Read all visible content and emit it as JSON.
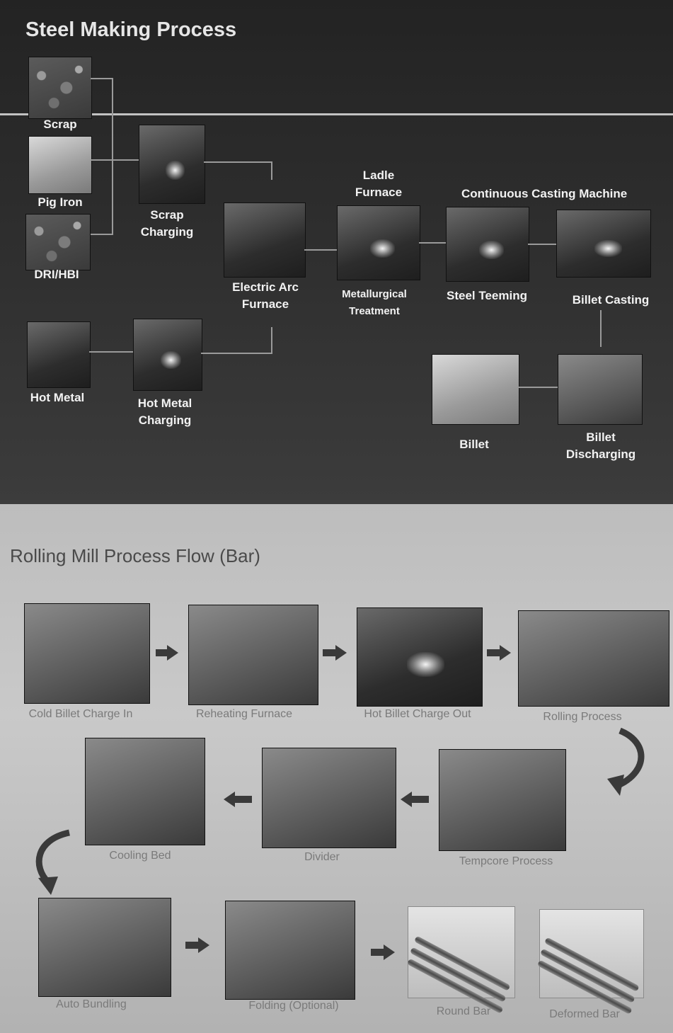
{
  "steel_making": {
    "title": "Steel Making Process",
    "labels": {
      "scrap": "Scrap",
      "pig_iron": "Pig Iron",
      "dri_hbi": "DRI/HBI",
      "scrap_charging": "Scrap\nCharging",
      "electric_arc_furnace": "Electric Arc\nFurnace",
      "ladle_furnace": "Ladle\nFurnace",
      "metallurgical_treatment": "Metallurgical\nTreatment",
      "continuous_casting_machine": "Continuous Casting Machine",
      "steel_teeming": "Steel Teeming",
      "billet_casting": "Billet Casting",
      "hot_metal": "Hot Metal",
      "hot_metal_charging": "Hot Metal\nCharging",
      "billet": "Billet",
      "billet_discharging": "Billet\nDischarging"
    }
  },
  "rolling_mill": {
    "title": "Rolling Mill Process Flow (Bar)",
    "labels": {
      "cold_billet_charge_in": "Cold Billet Charge In",
      "reheating_furnace": "Reheating Furnace",
      "hot_billet_charge_out": "Hot Billet Charge Out",
      "rolling_process": "Rolling Process",
      "tempcore_process": "Tempcore Process",
      "divider": "Divider",
      "cooling_bed": "Cooling Bed",
      "auto_bundling": "Auto Bundling",
      "folding_optional": "Folding (Optional)",
      "round_bar": "Round Bar",
      "deformed_bar": "Deformed Bar"
    }
  }
}
